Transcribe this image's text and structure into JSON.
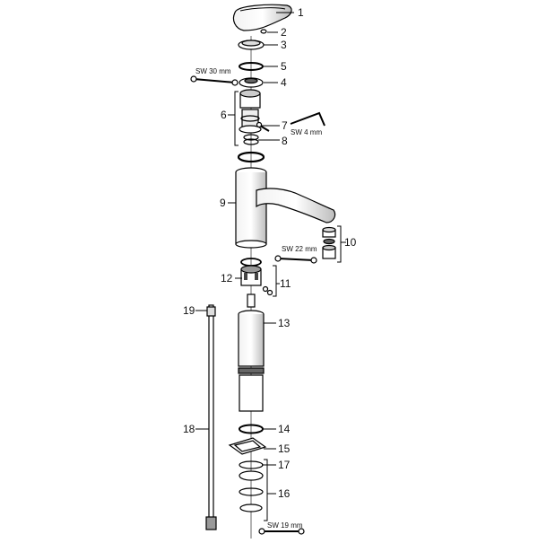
{
  "callouts": {
    "n1": "1",
    "n2": "2",
    "n3": "3",
    "n4": "4",
    "n5": "5",
    "n6": "6",
    "n7": "7",
    "n8": "8",
    "n9": "9",
    "n10": "10",
    "n11": "11",
    "n12": "12",
    "n13": "13",
    "n14": "14",
    "n15": "15",
    "n16": "16",
    "n17": "17",
    "n18": "18",
    "n19": "19"
  },
  "tools": {
    "sw30": "SW 30 mm",
    "sw4": "SW 4 mm",
    "sw22": "SW 22 mm",
    "sw19": "SW 19 mm"
  },
  "colors": {
    "line": "#000000",
    "body": "#ffffff",
    "shade": "#bdbdbd",
    "dark": "#555555"
  }
}
